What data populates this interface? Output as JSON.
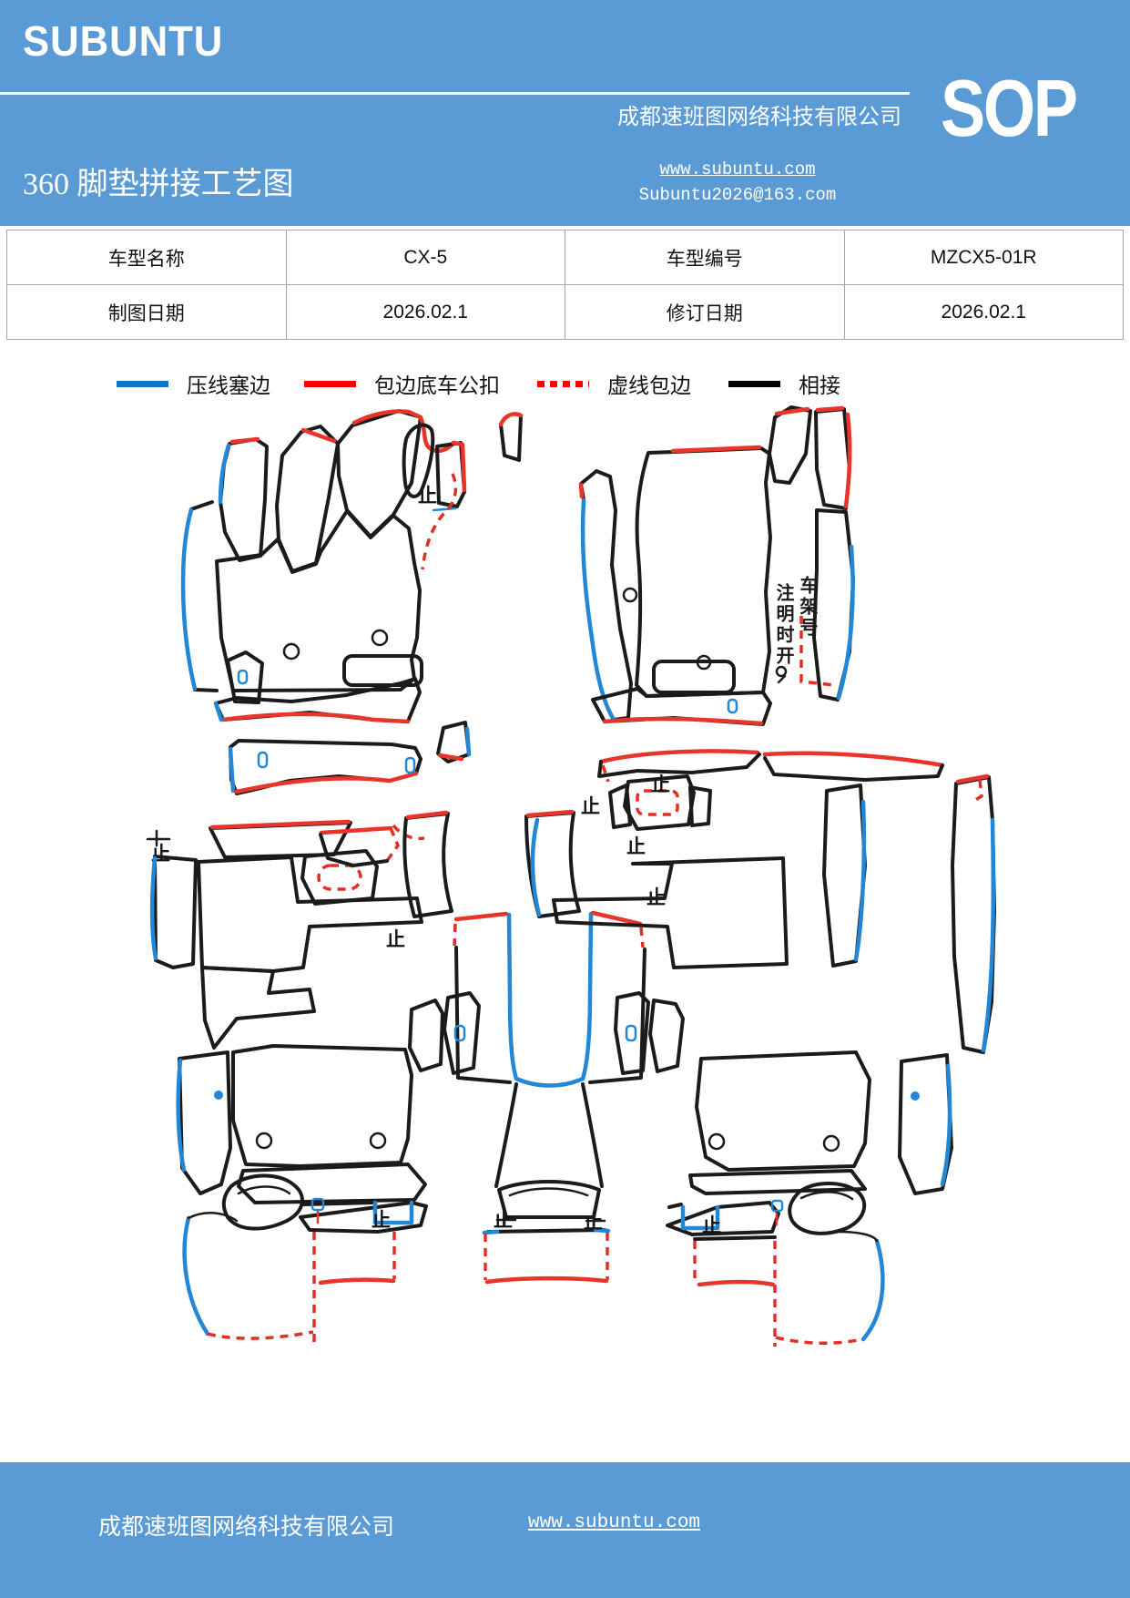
{
  "header": {
    "logo": "SUBUNTU",
    "title": "360 脚垫拼接工艺图",
    "company": "成都速班图网络科技有限公司",
    "website": "www.subuntu.com",
    "email": "Subuntu2026@163.com",
    "sop": "SOP"
  },
  "info_table": {
    "rows": [
      [
        "车型名称",
        "CX-5",
        "车型编号",
        "MZCX5-01R"
      ],
      [
        "制图日期",
        "2026.02.1",
        "修订日期",
        "2026.02.1"
      ]
    ]
  },
  "legend": {
    "items": [
      {
        "label": "压线塞边",
        "color": "#0f76c8",
        "style": "solid"
      },
      {
        "label": "包边底车公扣",
        "color": "#fe0000",
        "style": "solid"
      },
      {
        "label": "虚线包边",
        "color": "#fe0000",
        "style": "dotted"
      },
      {
        "label": "相接",
        "color": "#000000",
        "style": "solid"
      }
    ]
  },
  "diagram": {
    "stop_marker": "止",
    "vin_note_right": "车架号",
    "vin_note_left": "注明时开",
    "colors": {
      "outline": "#1b1b1b",
      "tuck_edge": "#2287d7",
      "bind_edge": "#e8342b"
    }
  },
  "footer": {
    "company": "成都速班图网络科技有限公司",
    "website": "www.subuntu.com"
  }
}
